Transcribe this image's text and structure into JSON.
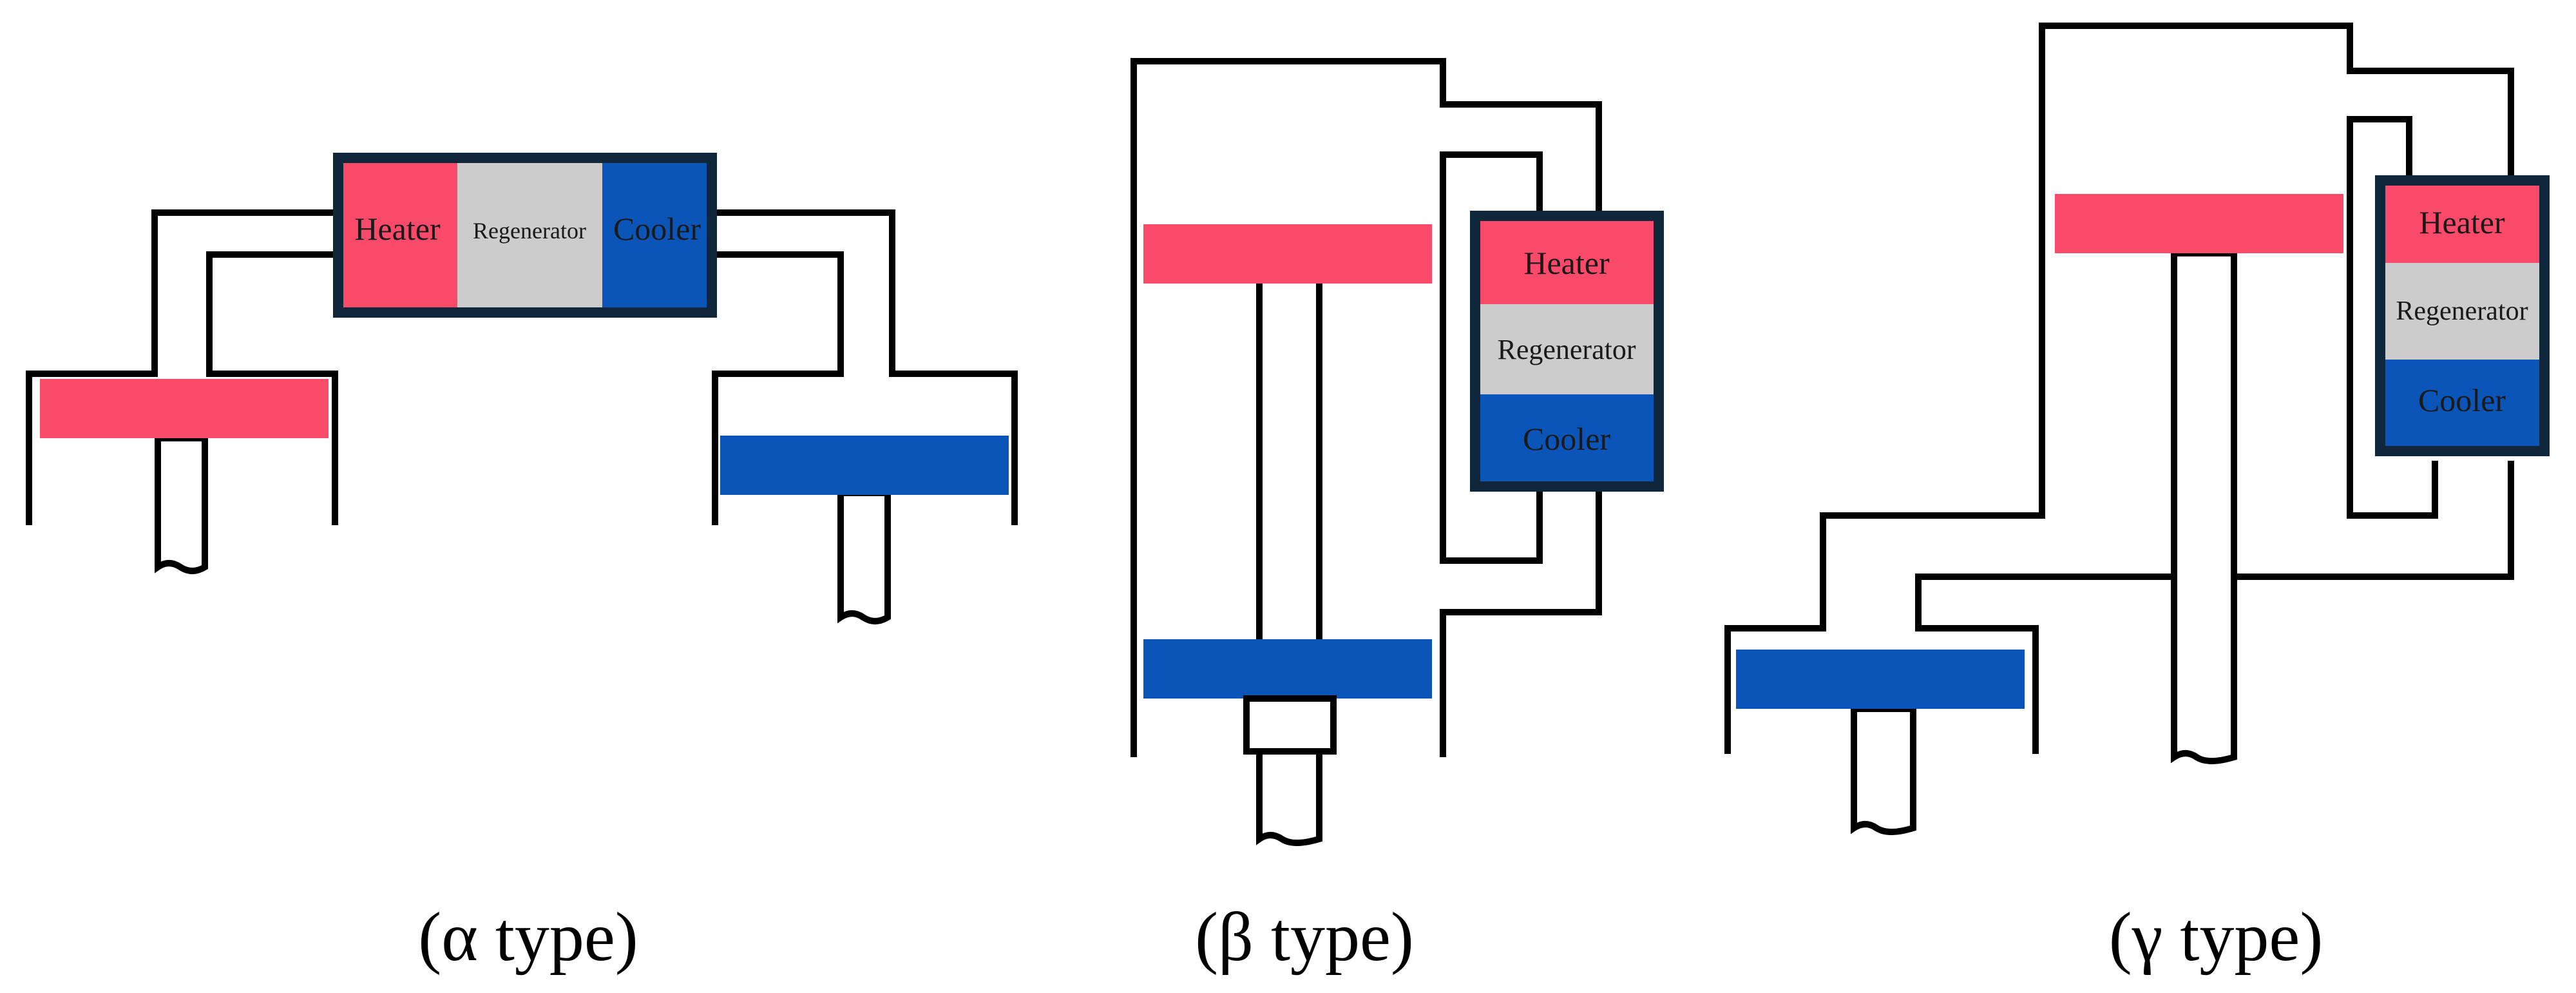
{
  "colors": {
    "hot": "#f94a6a",
    "cold": "#0b55b8",
    "regenerator": "#cccccc",
    "frame": "#10263a",
    "line": "#000000"
  },
  "alpha": {
    "caption": "(α type)",
    "heater": "Heater",
    "regenerator": "Regenerator",
    "cooler": "Cooler"
  },
  "beta": {
    "caption": "(β type)",
    "heater": "Heater",
    "regenerator": "Regenerator",
    "cooler": "Cooler"
  },
  "gamma": {
    "caption": "(γ type)",
    "heater": "Heater",
    "regenerator": "Regenerator",
    "cooler": "Cooler"
  }
}
